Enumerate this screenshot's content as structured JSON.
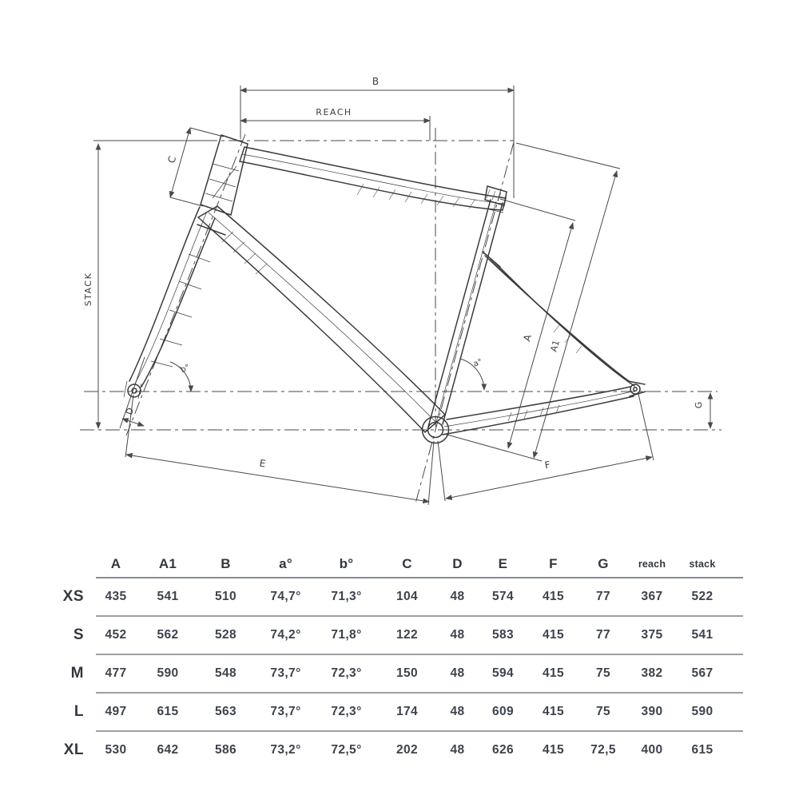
{
  "diagram": {
    "labels": {
      "b_dim": "B",
      "reach": "REACH",
      "stack": "STACK",
      "c": "C",
      "d": "D",
      "e": "E",
      "f": "F",
      "g": "G",
      "a": "A",
      "a1": "A1",
      "angle_a": "a°",
      "angle_b": "b°"
    },
    "line_color": "#3b3b3b",
    "dim_color": "#4a4a4a"
  },
  "table": {
    "columns": [
      "A",
      "A1",
      "B",
      "a°",
      "b°",
      "C",
      "D",
      "E",
      "F",
      "G",
      "reach",
      "stack"
    ],
    "rows": [
      {
        "size": "XS",
        "values": [
          "435",
          "541",
          "510",
          "74,7°",
          "71,3°",
          "104",
          "48",
          "574",
          "415",
          "77",
          "367",
          "522"
        ]
      },
      {
        "size": "S",
        "values": [
          "452",
          "562",
          "528",
          "74,2°",
          "71,8°",
          "122",
          "48",
          "583",
          "415",
          "77",
          "375",
          "541"
        ]
      },
      {
        "size": "M",
        "values": [
          "477",
          "590",
          "548",
          "73,7°",
          "72,3°",
          "150",
          "48",
          "594",
          "415",
          "75",
          "382",
          "567"
        ]
      },
      {
        "size": "L",
        "values": [
          "497",
          "615",
          "563",
          "73,7°",
          "72,3°",
          "174",
          "48",
          "609",
          "415",
          "75",
          "390",
          "590"
        ]
      },
      {
        "size": "XL",
        "values": [
          "530",
          "642",
          "586",
          "73,2°",
          "72,5°",
          "202",
          "48",
          "626",
          "415",
          "72,5",
          "400",
          "615"
        ]
      }
    ]
  },
  "colors": {
    "text": "#3d434d",
    "separator": "#9aa0a5",
    "background": "#ffffff"
  }
}
